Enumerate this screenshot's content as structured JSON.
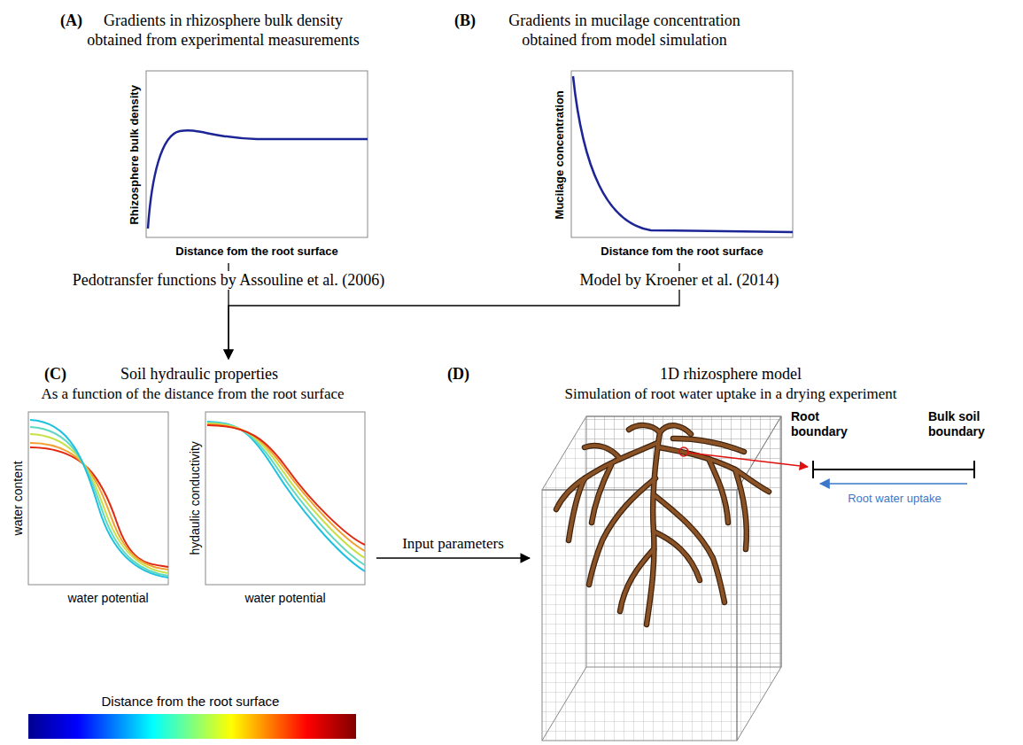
{
  "diagram": {
    "nodes": [
      {
        "text": [
          "(A)",
          "Gradients in rhizosphere bulk density obtained from experimental measurements",
          "Rhizosphere bulk density",
          "Distance fom the root surface"
        ]
      },
      {
        "text": [
          "(B)",
          "Gradients in mucilage concentration obtained from model simulation",
          "Mucilage concentration",
          "Distance fom the root surface"
        ]
      },
      {
        "text": [
          "Pedotransfer functions by Assouline et al. (2006)"
        ]
      },
      {
        "text": [
          "Model by Kroener et al. (2014)"
        ]
      },
      {
        "text": [
          "(C)",
          "Soil hydraulic properties",
          "As a function of the distance from the root surface",
          "water content",
          "water potential",
          "hydaulic conductivity",
          "water potential"
        ]
      },
      {
        "text": [
          "(D)",
          "1D rhizosphere model",
          "Simulation of root water uptake in a drying experiment",
          "Root boundary",
          "Bulk soil boundary",
          "Root water uptake"
        ]
      }
    ],
    "edges": [
      {
        "from": 0,
        "to": 2,
        "arrow": "none"
      },
      {
        "from": 1,
        "to": 3,
        "arrow": "none"
      },
      {
        "from": 2,
        "to": 4,
        "arrow": "to"
      },
      {
        "from": 3,
        "to": 4,
        "arrow": "to"
      },
      {
        "from": 4,
        "to": 5,
        "arrow": "to",
        "label": "Input parameters"
      }
    ],
    "labels": [
      "Distance from the root surface"
    ]
  }
}
